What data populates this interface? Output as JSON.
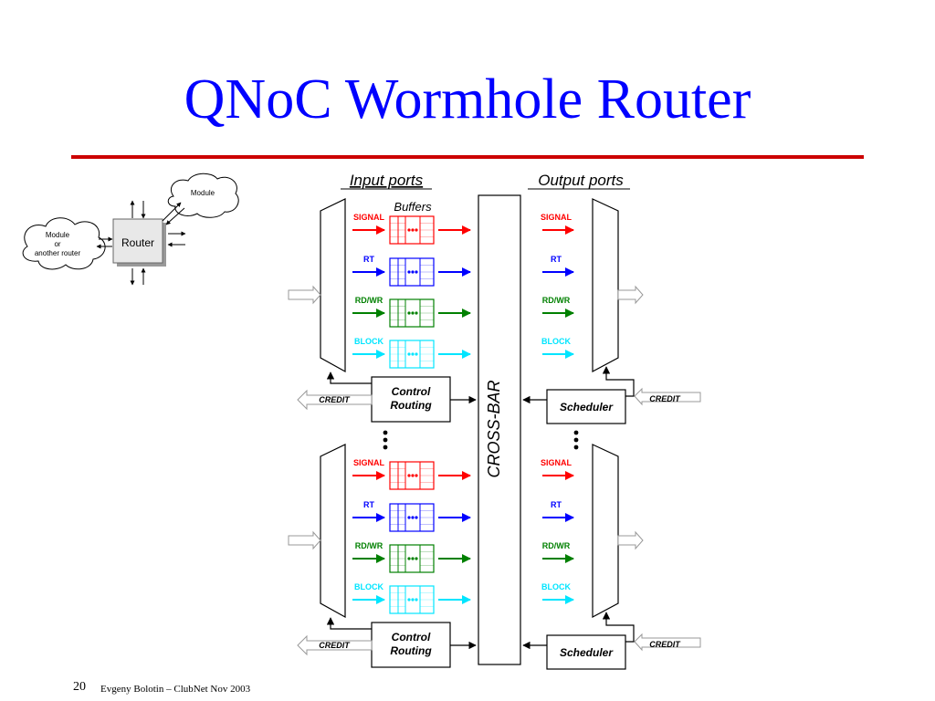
{
  "slide": {
    "title": "QNoC Wormhole Router",
    "page_number": "20",
    "footer_text": "Evgeny Bolotin – ClubNet  Nov 2003"
  },
  "overview": {
    "router_label": "Router",
    "module_label": "Module",
    "left_cloud": [
      "Module",
      "or",
      "another router"
    ]
  },
  "router": {
    "input_ports_label": "Input ports",
    "output_ports_label": "Output ports",
    "buffers_label": "Buffers",
    "crossbar_label": "CROSS-BAR",
    "control_routing": [
      "Control",
      "Routing"
    ],
    "scheduler_label": "Scheduler",
    "credit_label": "CREDIT",
    "lanes": [
      {
        "label": "SIGNAL",
        "color": "#ff0000"
      },
      {
        "label": "RT",
        "color": "#0000ff"
      },
      {
        "label": "RD/WR",
        "color": "#008000"
      },
      {
        "label": "BLOCK",
        "color": "#00e5ff"
      }
    ]
  }
}
